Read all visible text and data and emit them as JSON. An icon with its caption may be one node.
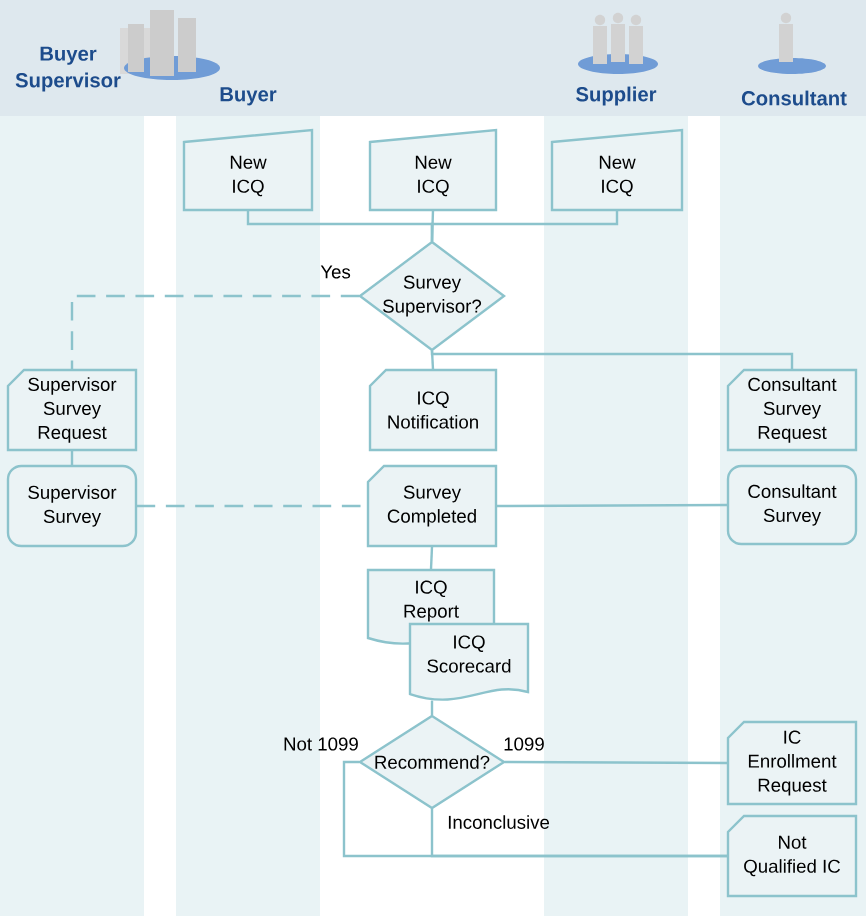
{
  "diagram": {
    "nodes": [
      {
        "text": [
          "New ICQ"
        ]
      },
      {
        "text": [
          "New ICQ"
        ]
      },
      {
        "text": [
          "New ICQ"
        ]
      },
      {
        "text": [
          "Survey Supervisor?"
        ]
      },
      {
        "text": [
          "Supervisor Survey Request"
        ]
      },
      {
        "text": [
          "ICQ Notification"
        ]
      },
      {
        "text": [
          "Consultant Survey Request"
        ]
      },
      {
        "text": [
          "Supervisor Survey"
        ]
      },
      {
        "text": [
          "Survey Completed"
        ]
      },
      {
        "text": [
          "Consultant Survey"
        ]
      },
      {
        "text": [
          "ICQ Report"
        ]
      },
      {
        "text": [
          "ICQ Scorecard"
        ]
      },
      {
        "text": [
          "Recommend?"
        ]
      },
      {
        "text": [
          "IC Enrollment Request"
        ]
      },
      {
        "text": [
          "Not Qualified IC"
        ]
      }
    ],
    "edges": [
      {
        "from": 0,
        "to": 3,
        "arrow": "none"
      },
      {
        "from": 1,
        "to": 3,
        "arrow": "none"
      },
      {
        "from": 2,
        "to": 3,
        "arrow": "none"
      },
      {
        "from": 3,
        "to": 4,
        "arrow": "none",
        "label": "Yes",
        "style": "dashed"
      },
      {
        "from": 3,
        "to": 5,
        "arrow": "none"
      },
      {
        "from": 3,
        "to": 6,
        "arrow": "none"
      },
      {
        "from": 4,
        "to": 7,
        "arrow": "none"
      },
      {
        "from": 7,
        "to": 8,
        "arrow": "none",
        "style": "dashed"
      },
      {
        "from": 8,
        "to": 9,
        "arrow": "none"
      },
      {
        "from": 8,
        "to": 10,
        "arrow": "none"
      },
      {
        "from": 11,
        "to": 12,
        "arrow": "none"
      },
      {
        "from": 12,
        "to": 13,
        "arrow": "none",
        "label": "1099"
      },
      {
        "from": 12,
        "to": 14,
        "arrow": "none",
        "label": "Inconclusive"
      },
      {
        "from": 12,
        "to": 14,
        "arrow": "none",
        "label": "Not 1099"
      }
    ],
    "labels": [
      "Buyer Supervisor",
      "Buyer",
      "Supplier",
      "Consultant"
    ]
  }
}
